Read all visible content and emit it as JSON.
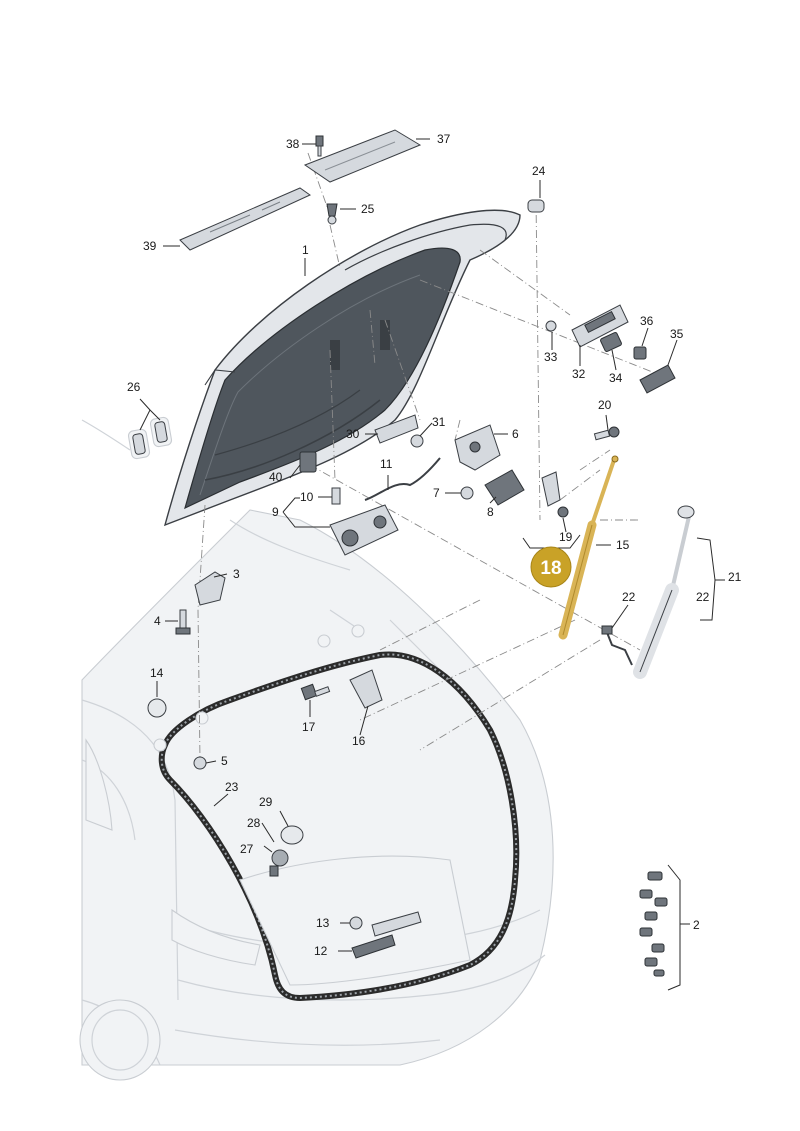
{
  "callouts": {
    "c1": "1",
    "c2": "2",
    "c3": "3",
    "c4": "4",
    "c5": "5",
    "c6": "6",
    "c7": "7",
    "c8": "8",
    "c9": "9",
    "c10": "10",
    "c11": "11",
    "c12": "12",
    "c13": "13",
    "c14": "14",
    "c15": "15",
    "c16": "16",
    "c17": "17",
    "c19": "19",
    "c20": "20",
    "c21": "21",
    "c22a": "22",
    "c22b": "22",
    "c23": "23",
    "c24": "24",
    "c25": "25",
    "c26": "26",
    "c27": "27",
    "c28": "28",
    "c29": "29",
    "c30": "30",
    "c31": "31",
    "c32": "32",
    "c33": "33",
    "c34": "34",
    "c35": "35",
    "c36": "36",
    "c37": "37",
    "c38": "38",
    "c39": "39",
    "c40": "40"
  },
  "highlight": {
    "label": "18",
    "color": "#c9a227"
  },
  "colors": {
    "tailgate_inner": "#4f565d",
    "tailgate_shell": "#e3e6ea",
    "seal": "#2b2b2b",
    "gas_strut_highlight": "#d9b456"
  }
}
